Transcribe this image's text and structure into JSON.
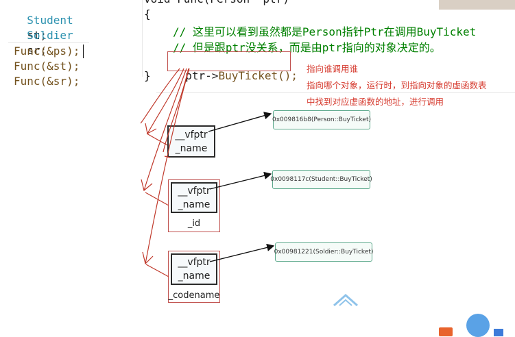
{
  "code_left": {
    "line1_type": "Student",
    "line1_var": "st;",
    "line2_type": "Soldier",
    "line2_var": "sr;",
    "line3": "Func(&ps);",
    "line4": "Func(&st);",
    "line5": "Func(&sr);"
  },
  "code_right": {
    "signature": "void Func(Person* ptr)",
    "open_brace": "{",
    "comment1": "// 这里可以看到虽然都是Person指针Ptr在调用BuyTicket",
    "comment2": "// 但是跟ptr没关系，而是由ptr指向的对象决定的。",
    "call_ptr": "ptr",
    "call_arrow": "->",
    "call_rest": "BuyTicket();",
    "close_brace": "}"
  },
  "notes": {
    "line1": "指向谁调用谁",
    "line2": "指向哪个对象，运行时，到指向对象的虚函数表",
    "line3": "中找到对应虚函数的地址，进行调用"
  },
  "objects": [
    {
      "vfptr": "__vfptr",
      "name": "_name",
      "extra": "",
      "vtable": "0x009816b8(Person::BuyTicket)"
    },
    {
      "vfptr": "__vfptr",
      "name": "_name",
      "extra": "_id",
      "vtable": "0x0098117c(Student::BuyTicket)"
    },
    {
      "vfptr": "__vfptr",
      "name": "_name",
      "extra": "_codename",
      "vtable": "0x00981221(Soldier::BuyTicket)"
    }
  ],
  "colors": {
    "annotation": "#d63b2f",
    "comment": "#008000",
    "type": "#2b91af",
    "vtable_border": "#5aa88a"
  }
}
